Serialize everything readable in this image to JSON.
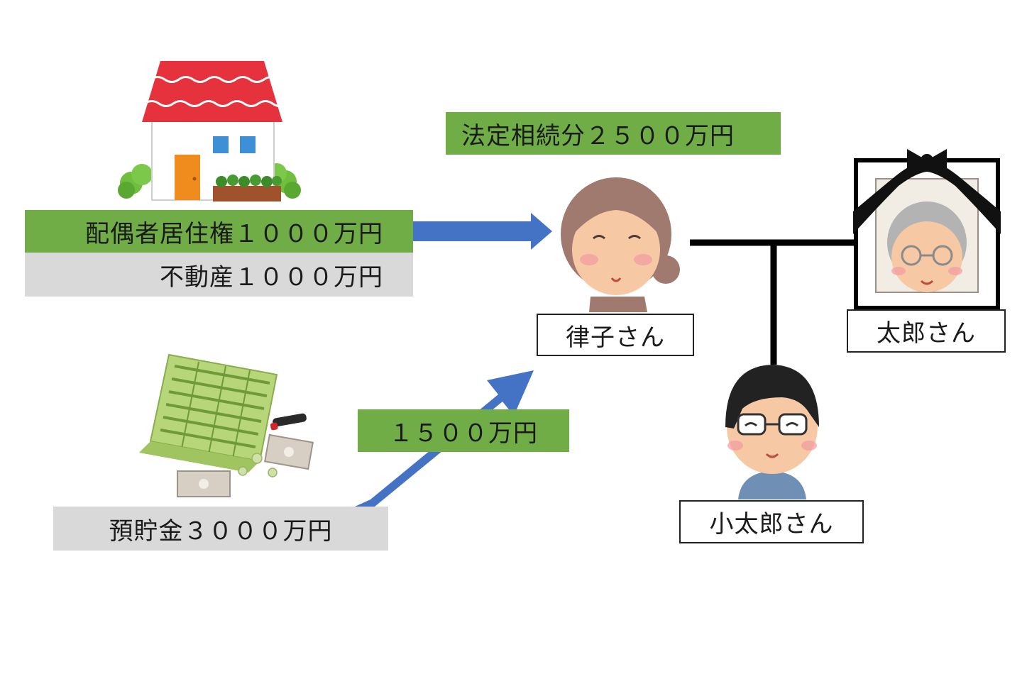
{
  "labels": {
    "legal_share": "法定相続分２５００万円",
    "spousal_residence_right": "配偶者居住権１０００万円",
    "real_estate": "不動産１０００万円",
    "savings": "預貯金３０００万円",
    "savings_transfer": "１５００万円"
  },
  "people": {
    "spouse": "律子さん",
    "deceased": "太郎さん",
    "child": "小太郎さん"
  },
  "colors": {
    "green_label": "#71ad47",
    "gray_label": "#d9d9d9",
    "arrow_blue": "#4472c4"
  }
}
